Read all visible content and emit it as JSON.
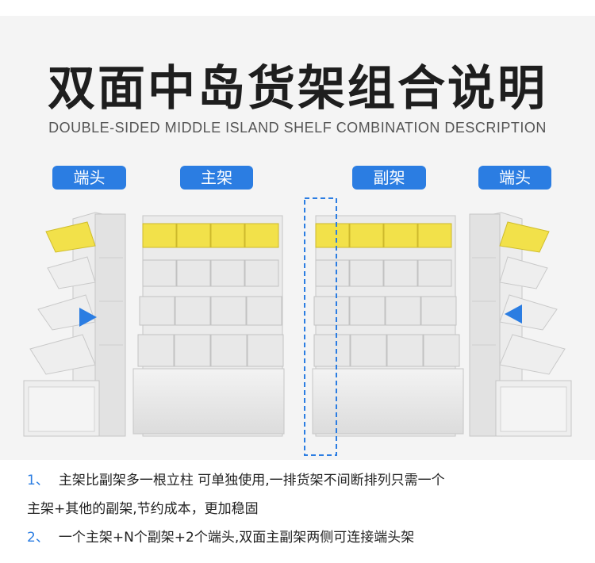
{
  "title": "双面中岛货架组合说明",
  "subtitle": "DOUBLE-SIDED MIDDLE ISLAND SHELF COMBINATION DESCRIPTION",
  "tags": {
    "end_left": "端头",
    "main": "主架",
    "sub": "副架",
    "end_right": "端头"
  },
  "colors": {
    "accent": "#2b7de2",
    "basket_yellow": "#f2e14a",
    "shelf_gray": "#e6e6e6"
  },
  "notes": [
    {
      "num": "1、",
      "text": "主架比副架多一根立柱 可单独使用,一排货架不间断排列只需一个",
      "cont": "主架+其他的副架,节约成本，更加稳固"
    },
    {
      "num": "2、",
      "text": "一个主架+N个副架+2个端头,双面主副架两侧可连接端头架"
    }
  ]
}
